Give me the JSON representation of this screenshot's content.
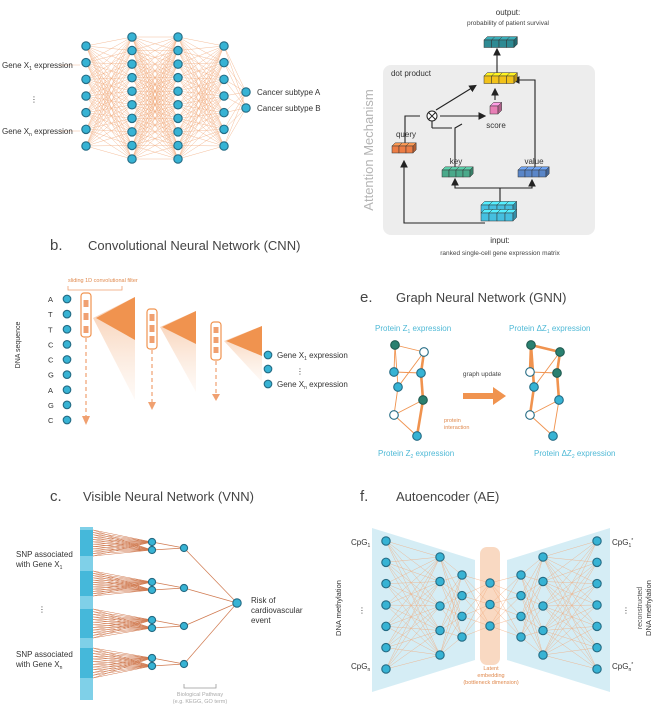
{
  "panel_a": {
    "input_1_prefix": "Gene X",
    "input_1_sub": "1",
    "input_1_suffix": " expression",
    "ellipsis": "⋮",
    "input_n_prefix": "Gene X",
    "input_n_sub": "n",
    "input_n_suffix": " expression",
    "output_a": "Cancer subtype A",
    "output_b": "Cancer subtype B"
  },
  "attention": {
    "side_title": "Attention Mechanism",
    "output_title": "output:",
    "output_desc": "probability of patient survival",
    "dot_product": "dot product",
    "score": "score",
    "query": "query",
    "key": "key",
    "value": "value",
    "input_title": "input:",
    "input_desc": "ranked single-cell gene expression matrix",
    "colors": {
      "output": "#2e8a93",
      "dot": "#f2c21a",
      "score": "#e87fb6",
      "query": "#ec7d45",
      "key": "#4aa98a",
      "value": "#5a86c8",
      "input": "#45bfe0"
    }
  },
  "panel_b": {
    "letter": "b.",
    "title": "Convolutional Neural Network (CNN)",
    "filter_note": "sliding 1D convolutional filter",
    "y_axis_label": "DNA sequence",
    "sequence": [
      "A",
      "T",
      "T",
      "C",
      "C",
      "G",
      "A",
      "G",
      "C"
    ],
    "out_1_prefix": "Gene X",
    "out_1_sub": "1",
    "out_1_suffix": " expression",
    "ellipsis": "⋮",
    "out_n_prefix": "Gene X",
    "out_n_sub": "n",
    "out_n_suffix": " expression"
  },
  "panel_e": {
    "letter": "e.",
    "title": "Graph Neural Network (GNN)",
    "left_top_prefix": "Protein Z",
    "left_top_sub": "1",
    "left_top_suffix": " expression",
    "left_bottom_prefix": "Protein Z",
    "left_bottom_sub": "2",
    "left_bottom_suffix": " expression",
    "left_edge_note_1": "protein",
    "left_edge_note_2": "interaction",
    "arrow_label": "graph update",
    "right_top_prefix": "Protein ΔZ",
    "right_top_sub": "1",
    "right_top_suffix": " expression",
    "right_bottom_prefix": "Protein ΔZ",
    "right_bottom_sub": "2",
    "right_bottom_suffix": " expression"
  },
  "panel_c": {
    "letter": "c.",
    "title": "Visible Neural Network (VNN)",
    "snp_1_line1": "SNP associated",
    "snp_1_line2_prefix": "with Gene X",
    "snp_1_sub": "1",
    "ellipsis": "⋮",
    "snp_n_line1": "SNP associated",
    "snp_n_line2_prefix": "with Gene X",
    "snp_n_sub": "n",
    "output_line1": "Risk of",
    "output_line2": "cardiovascular",
    "output_line3": "event",
    "pathway_line1": "Biological Pathway",
    "pathway_line2": "(e.g. KEGG, GO term)"
  },
  "panel_f": {
    "letter": "f.",
    "title": "Autoencoder (AE)",
    "in_top_prefix": "CpG",
    "in_top_sub": "1",
    "in_bot_prefix": "CpG",
    "in_bot_sub": "n",
    "out_top_prefix": "CpG",
    "out_top_sub": "1",
    "out_top_sup": "*",
    "out_bot_prefix": "CpG",
    "out_bot_sub": "n",
    "out_bot_sup": "*",
    "ellipsis": "⋮",
    "left_axis": "DNA methylation",
    "right_axis_1": "reconstructed",
    "right_axis_2": "DNA methylation",
    "latent_1": "Latent",
    "latent_2": "embedding",
    "latent_3": "(bottleneck dimension)"
  }
}
